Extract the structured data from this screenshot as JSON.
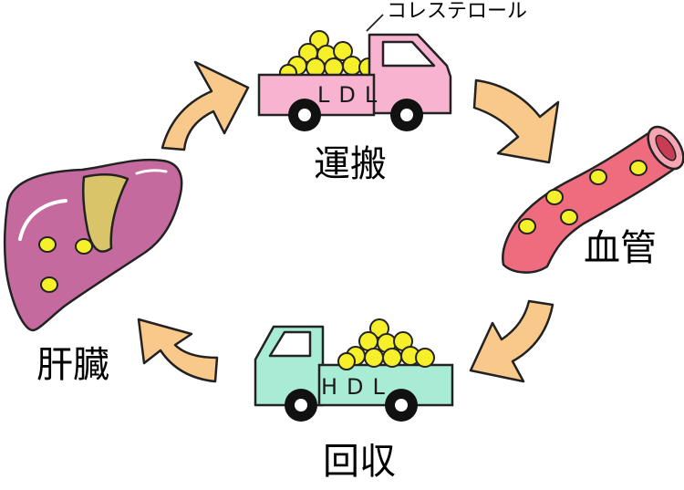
{
  "labels": {
    "cholesterol": "コレステロール",
    "transport": "運搬",
    "blood_vessel": "血管",
    "recovery": "回収",
    "liver": "肝臓"
  },
  "trucks": {
    "ldl": "LDL",
    "hdl": "HDL"
  },
  "colors": {
    "ldl_truck": "#f7b3cf",
    "hdl_truck": "#a9ecd6",
    "cholesterol": "#f6f02a",
    "liver": "#c46a9e",
    "vessel": "#ef6b7e",
    "arrow": "#f8c98a"
  }
}
